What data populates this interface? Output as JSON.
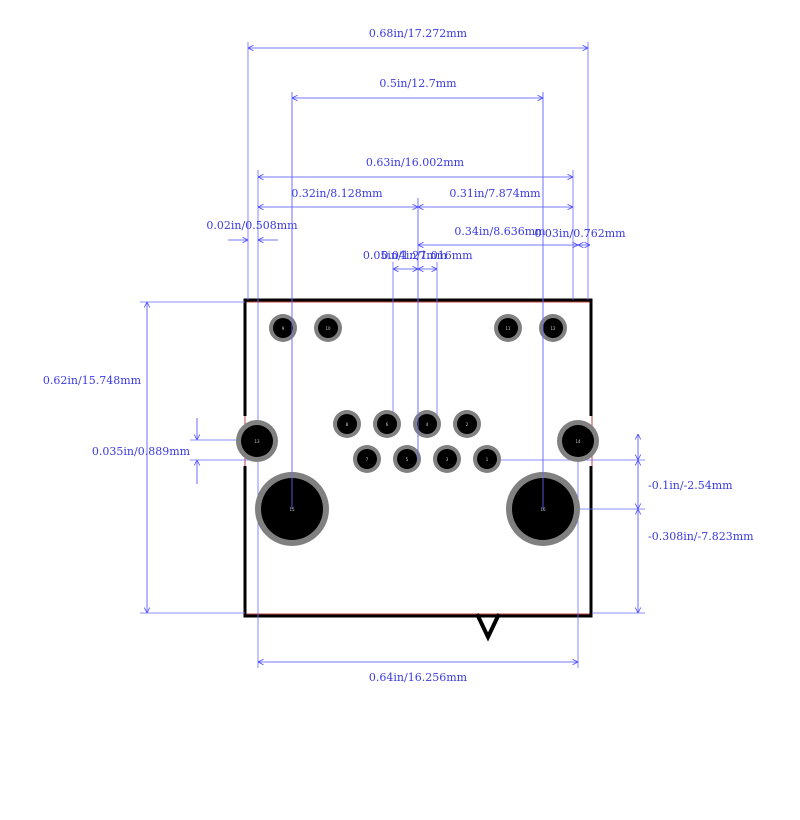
{
  "dimensions": {
    "overall_width": "0.68in/17.272mm",
    "mount_spacing": "0.5in/12.7mm",
    "pad_span": "0.63in/16.002mm",
    "left_half": "0.32in/8.128mm",
    "right_half": "0.31in/7.874mm",
    "edge_left": "0.02in/0.508mm",
    "right_to_center": "0.34in/8.636mm",
    "edge_right": "0.03in/0.762mm",
    "pitch_a": "0.05in/1.27mm",
    "pitch_b": "0.04in/1.016mm",
    "height": "0.62in/15.748mm",
    "side_pad_offset": "0.035in/0.889mm",
    "row_offset": "-0.1in/-2.54mm",
    "mount_offset": "-0.308in/-7.823mm",
    "bottom_width": "0.64in/16.256mm"
  },
  "pads": [
    {
      "id": "p9",
      "label": "9"
    },
    {
      "id": "p10",
      "label": "10"
    },
    {
      "id": "p11",
      "label": "11"
    },
    {
      "id": "p12",
      "label": "12"
    },
    {
      "id": "p8",
      "label": "8"
    },
    {
      "id": "p6",
      "label": "6"
    },
    {
      "id": "p4",
      "label": "4"
    },
    {
      "id": "p2",
      "label": "2"
    },
    {
      "id": "p7",
      "label": "7"
    },
    {
      "id": "p5",
      "label": "5"
    },
    {
      "id": "p3",
      "label": "3"
    },
    {
      "id": "p1",
      "label": "1"
    },
    {
      "id": "p13",
      "label": "13"
    },
    {
      "id": "p14",
      "label": "14"
    },
    {
      "id": "m15",
      "label": "15"
    },
    {
      "id": "m16",
      "label": "16"
    }
  ],
  "colors": {
    "dimension": "#4a4aff",
    "pad_ring": "#808080",
    "pad_hole": "#000000",
    "outline": "#000000"
  }
}
